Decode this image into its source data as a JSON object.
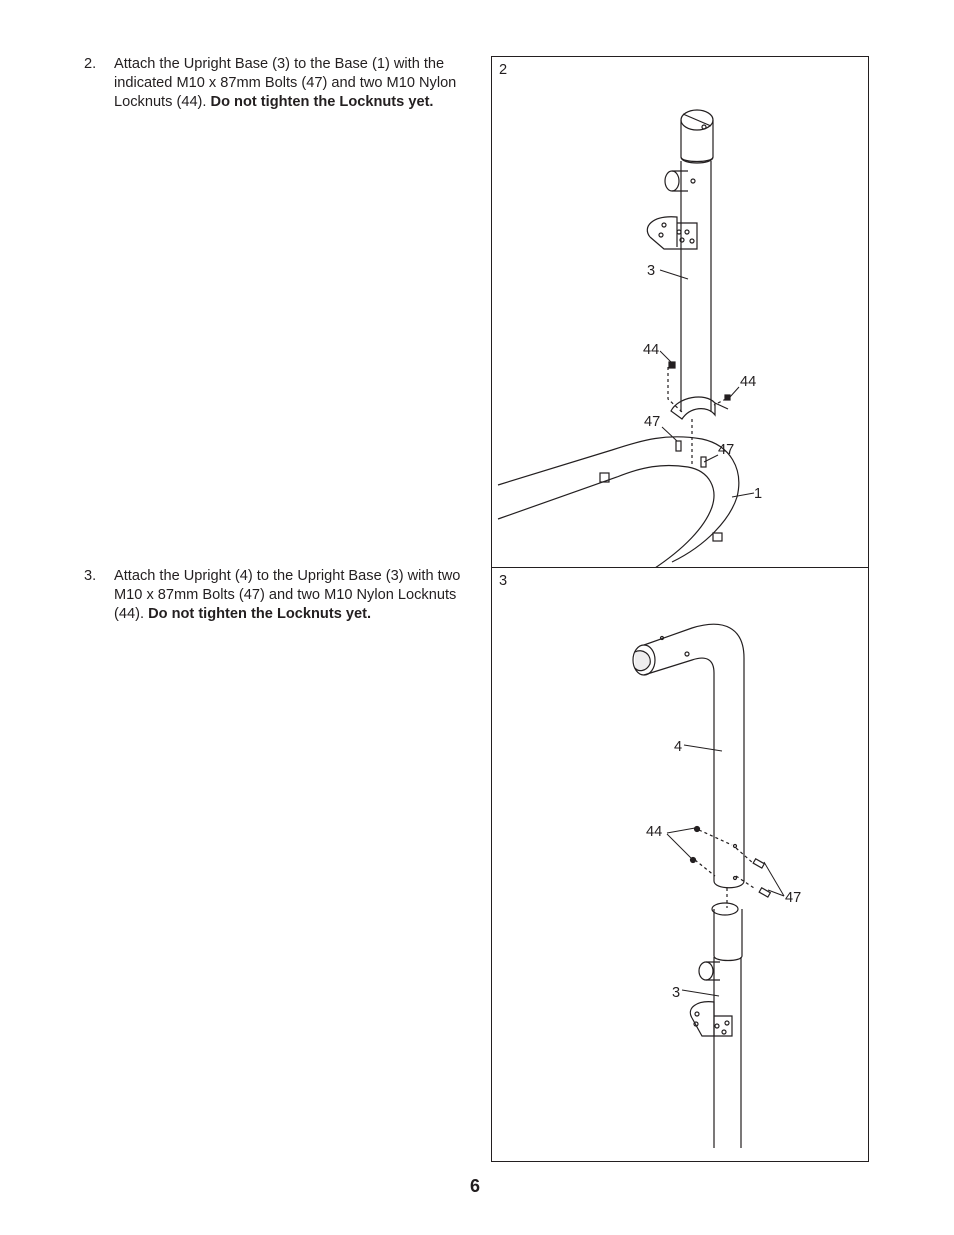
{
  "steps": [
    {
      "number": "2.",
      "text": "Attach the Upright Base (3) to the Base (1) with the indicated M10 x 87mm Bolts (47) and two M10 Nylon Locknuts (44). ",
      "bold": "Do not tighten the Locknuts yet."
    },
    {
      "number": "3.",
      "text": "Attach the Upright (4) to the Upright Base (3) with two M10 x 87mm Bolts (47) and two M10 Nylon Locknuts (44). ",
      "bold": "Do not tighten the Locknuts yet."
    }
  ],
  "figures": [
    {
      "label": "2",
      "callouts": [
        "3",
        "44",
        "44",
        "47",
        "47",
        "1"
      ]
    },
    {
      "label": "3",
      "callouts": [
        "4",
        "44",
        "47",
        "3"
      ]
    }
  ],
  "page_number": "6"
}
